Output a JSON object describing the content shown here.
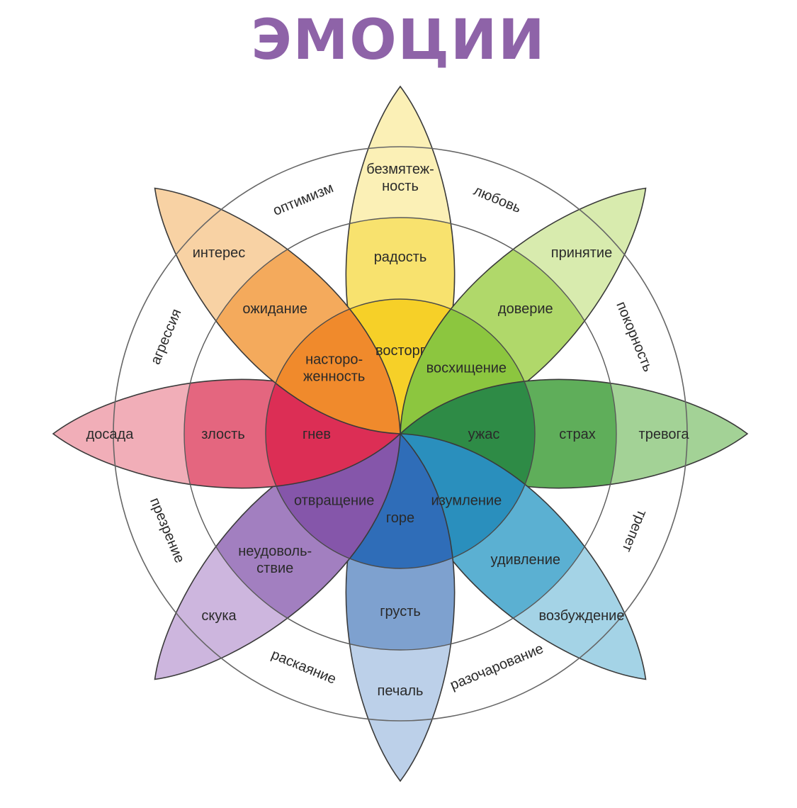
{
  "title": "ЭМОЦИИ",
  "petals": [
    {
      "id": "joy",
      "angle": -90,
      "colors": [
        "#f6d028",
        "#f8e26e",
        "#fbf0b6"
      ],
      "labels": [
        [
          "восторг"
        ],
        [
          "радость"
        ],
        [
          "безмятеж-",
          "ность"
        ]
      ]
    },
    {
      "id": "trust",
      "angle": -45,
      "colors": [
        "#8cc63f",
        "#b0d86a",
        "#d8ebae"
      ],
      "labels": [
        [
          "восхищение"
        ],
        [
          "доверие"
        ],
        [
          "принятие"
        ]
      ]
    },
    {
      "id": "fear",
      "angle": 0,
      "colors": [
        "#2e8b46",
        "#5fae5a",
        "#a3d296"
      ],
      "labels": [
        [
          "ужас"
        ],
        [
          "страх"
        ],
        [
          "тревога"
        ]
      ]
    },
    {
      "id": "surprise",
      "angle": 45,
      "colors": [
        "#2a8fbd",
        "#5bb0d2",
        "#a4d3e6"
      ],
      "labels": [
        [
          "изумление"
        ],
        [
          "удивление"
        ],
        [
          "возбуждение"
        ]
      ]
    },
    {
      "id": "sadness",
      "angle": 90,
      "colors": [
        "#2f6db8",
        "#7ea1cf",
        "#bcd0e9"
      ],
      "labels": [
        [
          "горе"
        ],
        [
          "грусть"
        ],
        [
          "печаль"
        ]
      ]
    },
    {
      "id": "disgust",
      "angle": 135,
      "colors": [
        "#8556aa",
        "#a27fc0",
        "#cdb6de"
      ],
      "labels": [
        [
          "отвращение"
        ],
        [
          "неудоволь-",
          "ствие"
        ],
        [
          "скука"
        ]
      ]
    },
    {
      "id": "anger",
      "angle": 180,
      "colors": [
        "#dc2e55",
        "#e4667f",
        "#f1aeb8"
      ],
      "labels": [
        [
          "гнев"
        ],
        [
          "злость"
        ],
        [
          "досада"
        ]
      ]
    },
    {
      "id": "anticipation",
      "angle": -135,
      "colors": [
        "#f08a2c",
        "#f4aa5c",
        "#f8d2a4"
      ],
      "labels": [
        [
          "насторо-",
          "женность"
        ],
        [
          "ожидание"
        ],
        [
          "интерес"
        ]
      ]
    }
  ],
  "dyads": [
    {
      "text": "оптимизм",
      "angle": -112.5
    },
    {
      "text": "любовь",
      "angle": -67.5
    },
    {
      "text": "покорность",
      "angle": -22.5
    },
    {
      "text": "трепет",
      "angle": 22.5
    },
    {
      "text": "разочарование",
      "angle": 67.5
    },
    {
      "text": "раскаяние",
      "angle": 112.5
    },
    {
      "text": "презрение",
      "angle": 157.5
    },
    {
      "text": "агрессия",
      "angle": -157.5
    }
  ]
}
